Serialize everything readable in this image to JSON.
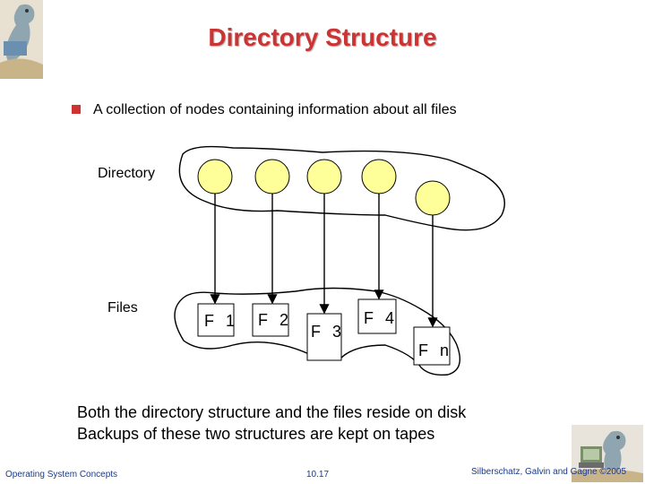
{
  "slide": {
    "title": "Directory Structure",
    "bullet": "A collection of nodes containing information about all files",
    "directory_label": "Directory",
    "files_label": "Files",
    "file_nodes": [
      "F 1",
      "F 2",
      "F 3",
      "F 4",
      "F n"
    ],
    "bottom_lines": [
      "Both the directory structure and the files reside on disk",
      "Backups of these two structures are kept on tapes"
    ]
  },
  "footer": {
    "left": "Operating System Concepts",
    "center": "10.17",
    "right": "Silberschatz, Galvin and Gagne ©2005"
  },
  "colors": {
    "title": "#cc3333",
    "node_fill": "#ffff99",
    "footer": "#1a3a8a",
    "bullet": "#cc3333"
  }
}
